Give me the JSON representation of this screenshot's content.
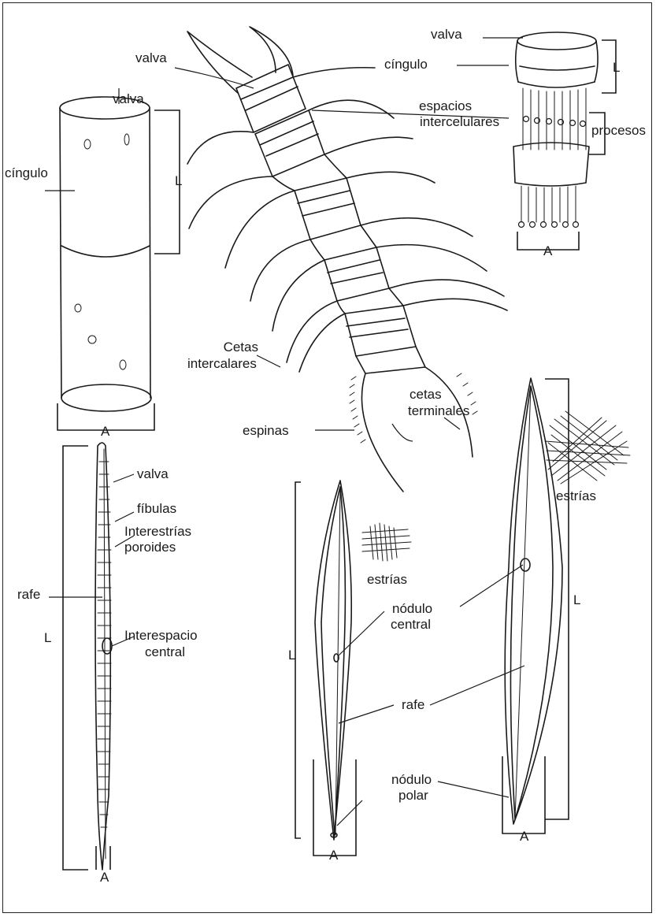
{
  "figure_a": {
    "valva": "valva",
    "cingulo": "cíngulo",
    "L": "L",
    "A": "A"
  },
  "figure_b": {
    "valva": "valva",
    "cetas_intercalares_1": "Cetas",
    "cetas_intercalares_2": "intercalares",
    "espinas": "espinas",
    "cetas_terminales_1": "cetas",
    "cetas_terminales_2": "terminales"
  },
  "figure_c": {
    "valva": "valva",
    "cingulo": "cíngulo",
    "espacios_1": "espacios",
    "espacios_2": "intercelulares",
    "procesos": "procesos",
    "L": "L",
    "A": "A"
  },
  "figure_d": {
    "valva": "valva",
    "fibulas": "fíbulas",
    "interestrias_1": "Interestrías",
    "interestrias_2": "poroides",
    "rafe": "rafe",
    "interespacio_1": "Interespacio",
    "interespacio_2": "central",
    "L": "L",
    "A": "A"
  },
  "figure_e": {
    "estrias": "estrías",
    "nodulo_central_1": "nódulo",
    "nodulo_central_2": "central",
    "rafe": "rafe",
    "nodulo_polar_1": "nódulo",
    "nodulo_polar_2": "polar",
    "L": "L",
    "A": "A"
  },
  "figure_f": {
    "estrias": "estrías",
    "L": "L",
    "A": "A"
  }
}
